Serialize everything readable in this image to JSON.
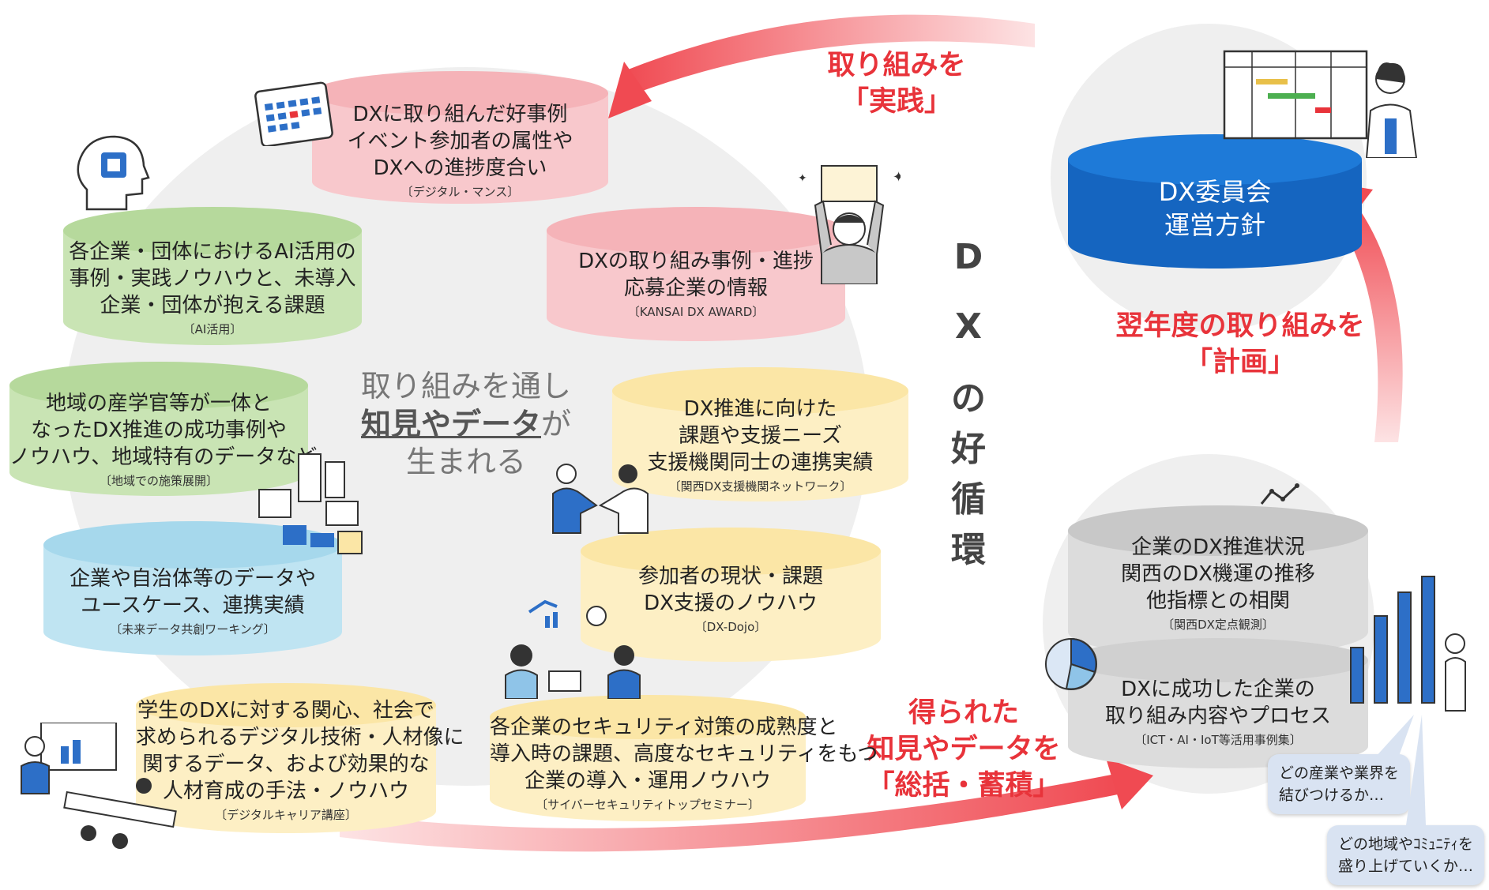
{
  "cycle_title_chars": [
    "D",
    "X",
    "の",
    "好",
    "循",
    "環"
  ],
  "arrows": {
    "practice": {
      "line1": "取り組みを",
      "line2": "「実践」"
    },
    "plan": {
      "line1": "翌年度の取り組みを",
      "line2": "「計画」"
    },
    "accumulate": {
      "line1": "得られた",
      "line2": "知見やデータを",
      "line3": "「総括・蓄積」"
    }
  },
  "center_message": {
    "line1": "取り組みを通し",
    "line2_em": "知見やデータ",
    "line2_rest": "が",
    "line3": "生まれる"
  },
  "committee": {
    "line1": "DX委員会",
    "line2": "運営方針"
  },
  "databases": {
    "digital_manse": {
      "lines": [
        "DXに取り組んだ好事例",
        "イベント参加者の属性や",
        "DXへの進捗度合い"
      ],
      "source": "〔デジタル・マンス〕"
    },
    "ai": {
      "lines": [
        "各企業・団体におけるAI活用の",
        "事例・実践ノウハウと、未導入",
        "企業・団体が抱える課題"
      ],
      "source": "〔AI活用〕"
    },
    "award": {
      "lines": [
        "DXの取り組み事例・進捗",
        "応募企業の情報"
      ],
      "source": "〔KANSAI DX AWARD〕"
    },
    "region": {
      "lines": [
        "地域の産学官等が一体と",
        "なったDX推進の成功事例や",
        "ノウハウ、地域特有のデータなど"
      ],
      "source": "〔地域での施策展開〕"
    },
    "network": {
      "lines": [
        "DX推進に向けた",
        "課題や支援ニーズ",
        "支援機関同士の連携実績"
      ],
      "source": "〔関西DX支援機関ネットワーク〕"
    },
    "mirai": {
      "lines": [
        "企業や自治体等のデータや",
        "ユースケース、連携実績"
      ],
      "source": "〔未来データ共創ワーキング〕"
    },
    "dojo": {
      "lines": [
        "参加者の現状・課題",
        "DX支援のノウハウ"
      ],
      "source": "〔DX-Dojo〕"
    },
    "career": {
      "lines": [
        "学生のDXに対する関心、社会で",
        "求められるデジタル技術・人材像に",
        "関するデータ、および効果的な",
        "人材育成の手法・ノウハウ"
      ],
      "source": "〔デジタルキャリア講座〕"
    },
    "security": {
      "lines": [
        "各企業のセキュリティ対策の成熟度と",
        "導入時の課題、高度なセキュリティをもつ",
        "企業の導入・運用ノウハウ"
      ],
      "source": "〔サイバーセキュリティトップセミナー〕"
    },
    "teiten": {
      "lines": [
        "企業のDX推進状況",
        "関西のDX機運の推移",
        "他指標との相関"
      ],
      "source": "〔関西DX定点観測〕"
    },
    "jirei": {
      "lines": [
        "DXに成功した企業の",
        "取り組み内容やプロセス"
      ],
      "source": "〔ICT・AI・IoT等活用事例集〕"
    }
  },
  "bubbles": {
    "industry": {
      "line1": "どの産業や業界を",
      "line2": "結びつけるか…"
    },
    "region": {
      "line1": "どの地域やｺﾐｭﾆﾃｨを",
      "line2": "盛り上げていくか…"
    }
  },
  "colors": {
    "pink": "#f8c8cc",
    "green": "#c9e4b4",
    "yellow": "#fdefc4",
    "blue": "#bfe4f2",
    "gray": "#dcdcdc",
    "navy": "#1565c0",
    "red": "#e8333a"
  }
}
